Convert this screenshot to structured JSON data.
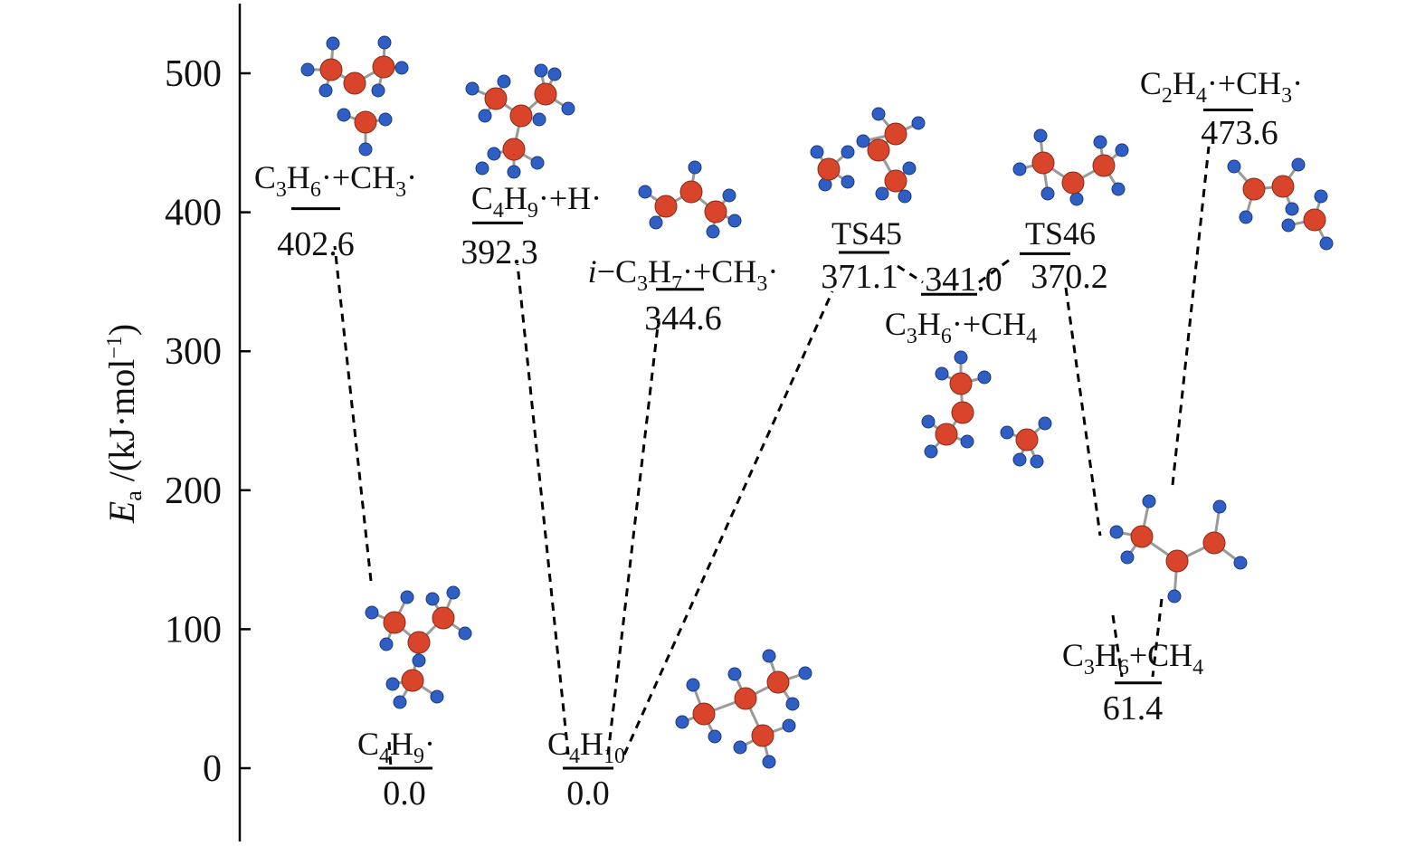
{
  "chart_data": {
    "type": "energy-level-diagram",
    "ylabel": {
      "base": "E",
      "sub": "a",
      "rest": " /(kJ·mol",
      "sup": "−1",
      "close": ")"
    },
    "ylim": [
      -50,
      550
    ],
    "yticks": [
      0,
      100,
      200,
      300,
      400,
      500
    ],
    "levels": [
      {
        "id": "c3h6-ch3",
        "label": [
          [
            "t",
            "C"
          ],
          [
            "sub",
            "3"
          ],
          [
            "t",
            "H"
          ],
          [
            "sub",
            "6"
          ],
          [
            "t",
            "·+CH"
          ],
          [
            "sub",
            "3"
          ],
          [
            "t",
            "·"
          ]
        ],
        "value": 402.6,
        "value_text": "402.6"
      },
      {
        "id": "c4h9-h",
        "label": [
          [
            "t",
            "C"
          ],
          [
            "sub",
            "4"
          ],
          [
            "t",
            "H"
          ],
          [
            "sub",
            "9"
          ],
          [
            "t",
            "·+H·"
          ]
        ],
        "value": 392.3,
        "value_text": "392.3"
      },
      {
        "id": "ic3h7-ch3",
        "label": [
          [
            "i",
            "i"
          ],
          [
            "t",
            "−C"
          ],
          [
            "sub",
            "3"
          ],
          [
            "t",
            "H"
          ],
          [
            "sub",
            "7"
          ],
          [
            "t",
            "·+CH"
          ],
          [
            "sub",
            "3"
          ],
          [
            "t",
            "·"
          ]
        ],
        "value": 344.6,
        "value_text": "344.6"
      },
      {
        "id": "ts45",
        "label": [
          [
            "t",
            "TS45"
          ]
        ],
        "value": 371.1,
        "value_text": "371.1"
      },
      {
        "id": "c3h6-ch4-rad",
        "label": [
          [
            "t",
            "C"
          ],
          [
            "sub",
            "3"
          ],
          [
            "t",
            "H"
          ],
          [
            "sub",
            "6"
          ],
          [
            "t",
            "·+CH"
          ],
          [
            "sub",
            "4"
          ]
        ],
        "value": 341.0,
        "value_text": "341.0"
      },
      {
        "id": "ts46",
        "label": [
          [
            "t",
            "TS46"
          ]
        ],
        "value": 370.2,
        "value_text": "370.2"
      },
      {
        "id": "c2h4-ch3",
        "label": [
          [
            "t",
            "C"
          ],
          [
            "sub",
            "2"
          ],
          [
            "t",
            "H"
          ],
          [
            "sub",
            "4"
          ],
          [
            "t",
            "·+CH"
          ],
          [
            "sub",
            "3"
          ],
          [
            "t",
            "·"
          ]
        ],
        "value": 473.6,
        "value_text": "473.6"
      },
      {
        "id": "c4h9",
        "label": [
          [
            "t",
            "C"
          ],
          [
            "sub",
            "4"
          ],
          [
            "t",
            "H"
          ],
          [
            "sub",
            "9"
          ],
          [
            "t",
            "·"
          ]
        ],
        "value": 0.0,
        "value_text": "0.0"
      },
      {
        "id": "c4h10",
        "label": [
          [
            "t",
            "C"
          ],
          [
            "sub",
            "4"
          ],
          [
            "t",
            "H"
          ],
          [
            "sub",
            "10"
          ]
        ],
        "value": 0.0,
        "value_text": "0.0"
      },
      {
        "id": "c3h6-ch4",
        "label": [
          [
            "t",
            "C"
          ],
          [
            "sub",
            "3"
          ],
          [
            "t",
            "H"
          ],
          [
            "sub",
            "6"
          ],
          [
            "t",
            "+CH"
          ],
          [
            "sub",
            "4"
          ]
        ],
        "value": 61.4,
        "value_text": "61.4"
      }
    ],
    "connections": [
      [
        "c4h9",
        "c3h6-ch3"
      ],
      [
        "c4h10",
        "c4h9-h"
      ],
      [
        "c4h10",
        "ic3h7-ch3"
      ],
      [
        "c4h10",
        "ts45"
      ],
      [
        "ts45",
        "c3h6-ch4-rad"
      ],
      [
        "c3h6-ch4-rad",
        "ts46"
      ],
      [
        "ts46",
        "c3h6-ch4"
      ],
      [
        "c3h6-ch4",
        "c2h4-ch3"
      ]
    ],
    "colors": {
      "carbon": "#d8452b",
      "hydrogen": "#2f5fc4",
      "line": "#000000"
    }
  }
}
